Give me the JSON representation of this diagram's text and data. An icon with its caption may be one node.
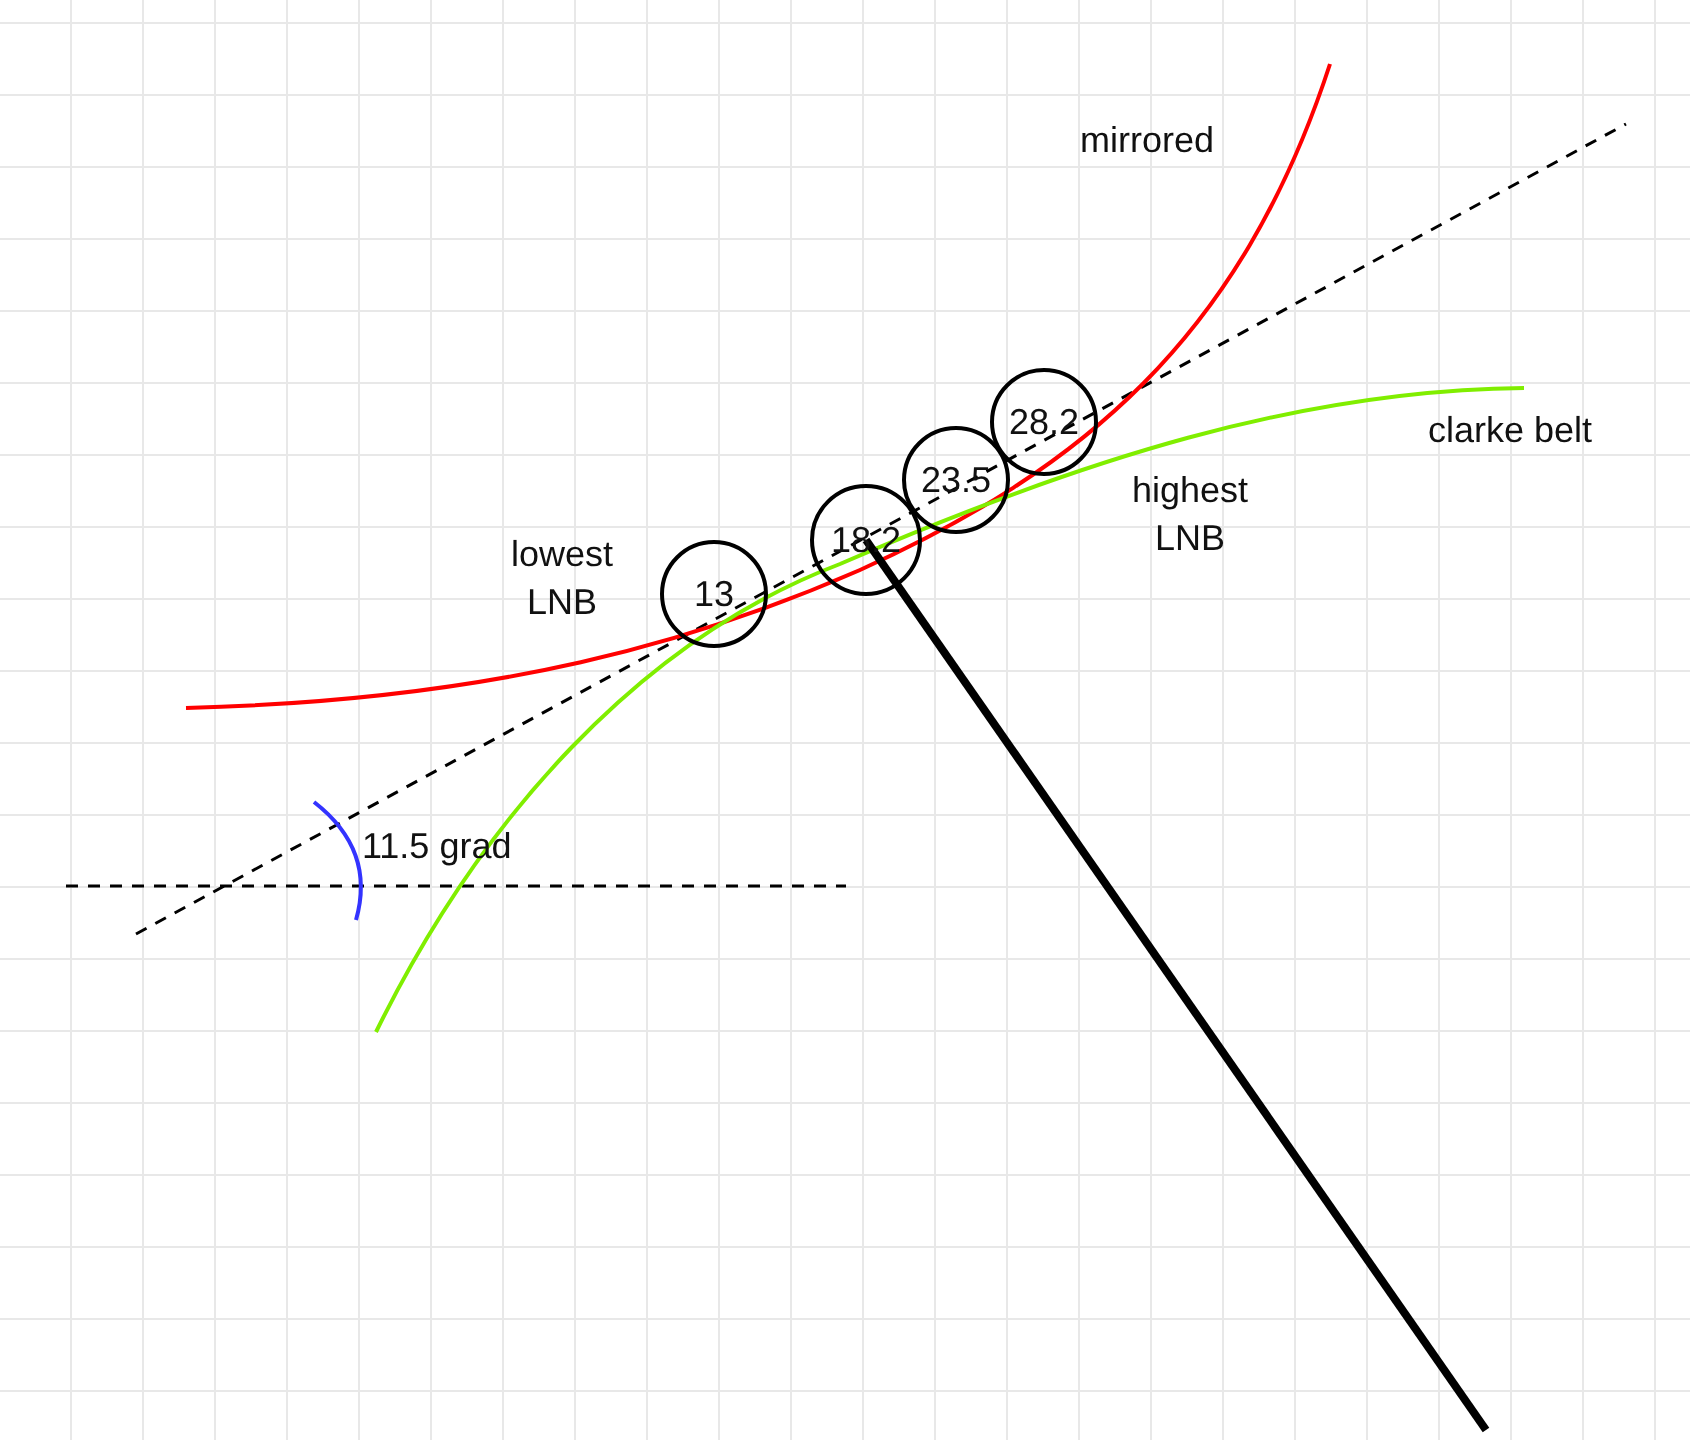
{
  "diagram": {
    "nodes": [
      {
        "text": [
          "13"
        ]
      },
      {
        "text": [
          "18.2"
        ]
      },
      {
        "text": [
          "23.5"
        ]
      },
      {
        "text": [
          "28.2"
        ]
      }
    ],
    "edges": [],
    "labels": [
      "mirrored",
      "clarke belt",
      "highest LNB",
      "lowest LNB",
      "11.5 grad"
    ]
  }
}
